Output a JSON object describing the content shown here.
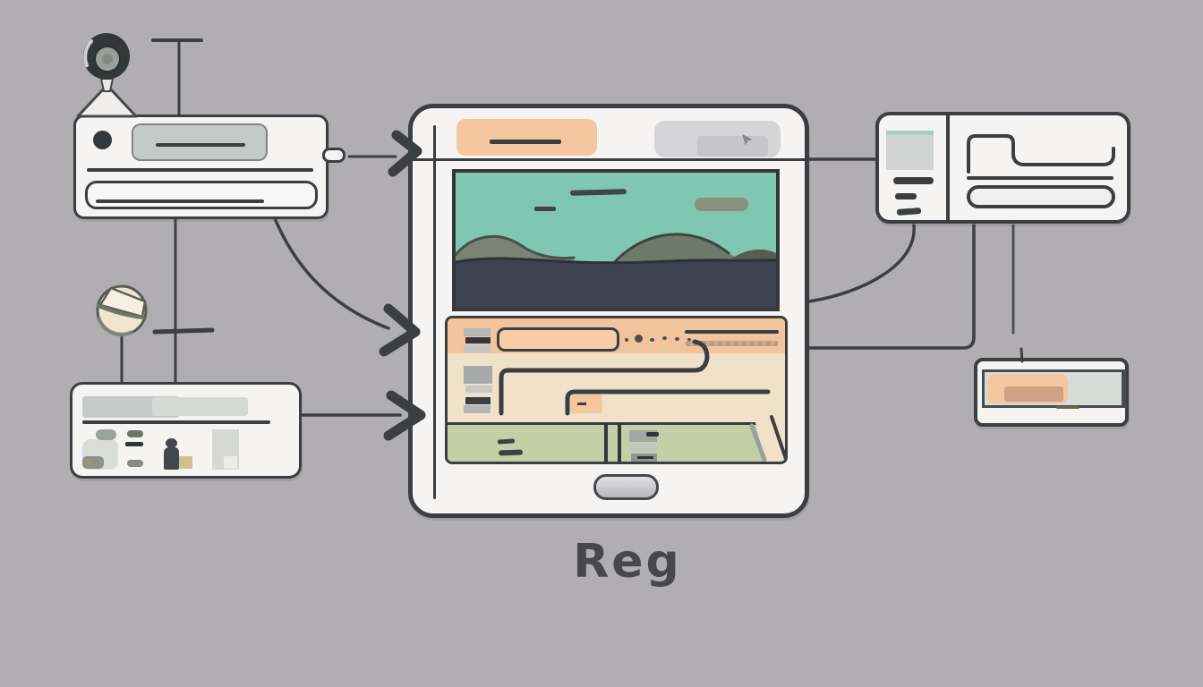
{
  "caption": {
    "text": "Reg"
  },
  "palette": {
    "bg": "#b1aeb2",
    "ink": "#3b3f41",
    "card": "#f5f4f2",
    "peach": "#f4c7a0",
    "peachBand": "#f2c49d",
    "peachDeep": "#d0a183",
    "cream": "#efe2c9",
    "green": "#c2cfa7",
    "teal": "#7fc7b1",
    "tealStripe": "#a5cfc0",
    "navy": "#3c4250",
    "hillLeft": "#7b8377",
    "hillRight": "#6d796a",
    "hillFar": "#565d53",
    "chipGray": "#d5d5d8",
    "chipGraySub": "#c7c7cb",
    "blockGray": "#c5c9c8",
    "blockGrayLight": "#d6d8d6",
    "pieFill": "#efe6cd",
    "khaki": "#cfc08f",
    "lens": "#9aa095",
    "buttonGray": "#89907f",
    "homeBtnTop": "#e2e2e4",
    "homeBtnBottom": "#b6b7ba",
    "captionColor": "#47484d"
  },
  "icons": {
    "camera-icon": "webcam lens circle above browser card",
    "map-pin-icon": "T-shaped pin marker",
    "pie-chart-icon": "cream pie circle with wedge",
    "person-icon": "user silhouettes in list card",
    "arrow-icon": "hand-drawn chevron arrowheads",
    "home-button-icon": "tablet pill home button",
    "cursor-icon": "tiny pointer mark in tablet toolbar"
  },
  "diagram": {
    "nodes": [
      {
        "id": "browser-card",
        "desc": "top-left wireframe card with camera"
      },
      {
        "id": "users-card",
        "desc": "bottom-left wireframe list card"
      },
      {
        "id": "pie-chart",
        "desc": "small pie chart bubble"
      },
      {
        "id": "tablet",
        "desc": "central tablet with hero image and form"
      },
      {
        "id": "detail-card",
        "desc": "top-right split detail card"
      },
      {
        "id": "progress-card",
        "desc": "bottom-right progress bar card"
      }
    ],
    "edges": [
      {
        "from": "browser-card",
        "to": "tablet",
        "style": "arrow"
      },
      {
        "from": "browser-card",
        "to": "tablet",
        "style": "curved-arrow"
      },
      {
        "from": "users-card",
        "to": "tablet",
        "style": "arrow"
      },
      {
        "from": "tablet",
        "to": "detail-card",
        "style": "line"
      },
      {
        "from": "detail-card",
        "to": "tablet",
        "style": "curve"
      },
      {
        "from": "detail-card",
        "to": "tablet",
        "style": "elbow-line"
      },
      {
        "from": "detail-card",
        "to": "progress-card",
        "style": "line"
      },
      {
        "from": "browser-card",
        "to": "users-card",
        "style": "pin-line"
      }
    ]
  }
}
